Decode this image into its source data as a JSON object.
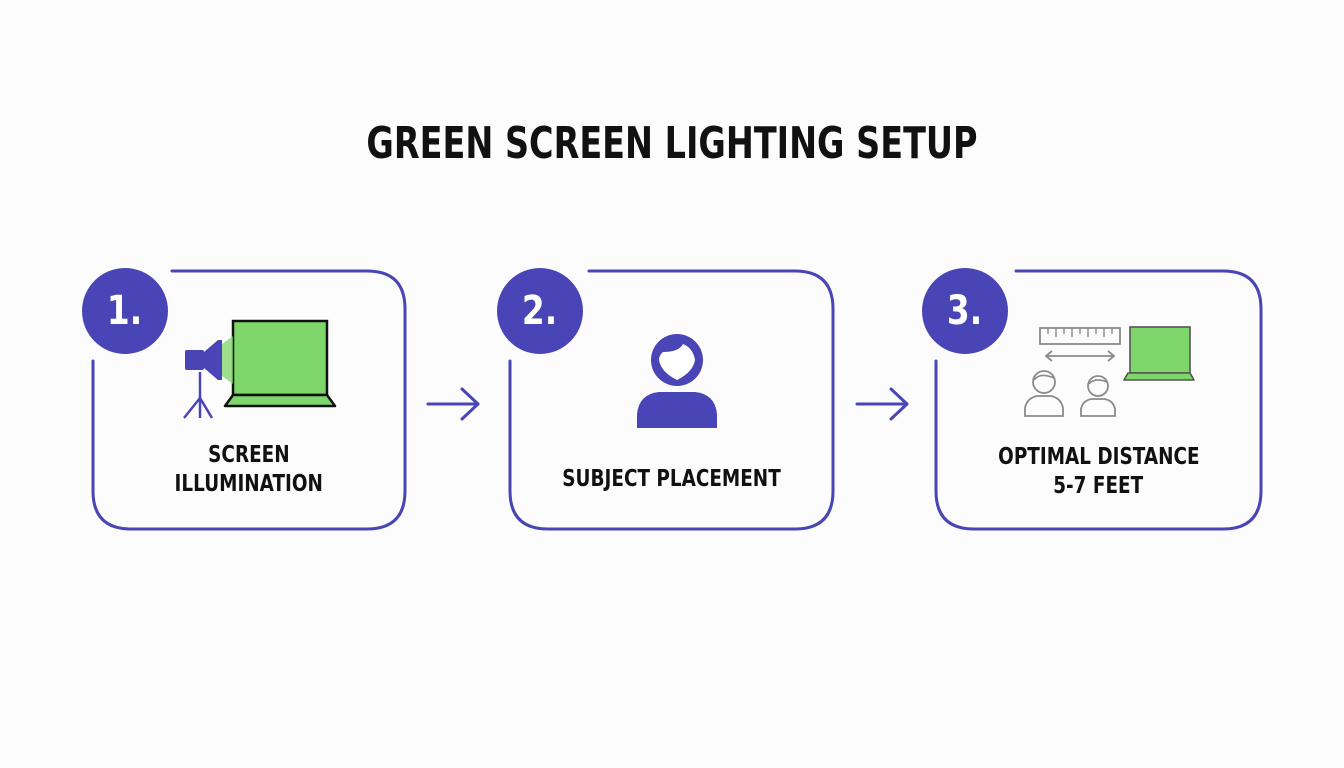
{
  "title": "GREEN SCREEN LIGHTING SETUP",
  "colors": {
    "accent": "#4a45b7",
    "screen_green": "#7fd66a",
    "text": "#111111",
    "background": "#fcfcfc",
    "gray_icon": "#8a8a8a"
  },
  "steps": [
    {
      "number": "1.",
      "label_lines": [
        "SCREEN",
        "ILLUMINATION"
      ],
      "icon": "light-and-green-screen-icon"
    },
    {
      "number": "2.",
      "label_lines": [
        "SUBJECT PLACEMENT"
      ],
      "icon": "person-icon"
    },
    {
      "number": "3.",
      "label_lines": [
        "OPTIMAL DISTANCE",
        "5-7 FEET"
      ],
      "icon": "distance-measurement-icon"
    }
  ],
  "connectors": [
    "arrow-right-icon",
    "arrow-right-icon"
  ]
}
